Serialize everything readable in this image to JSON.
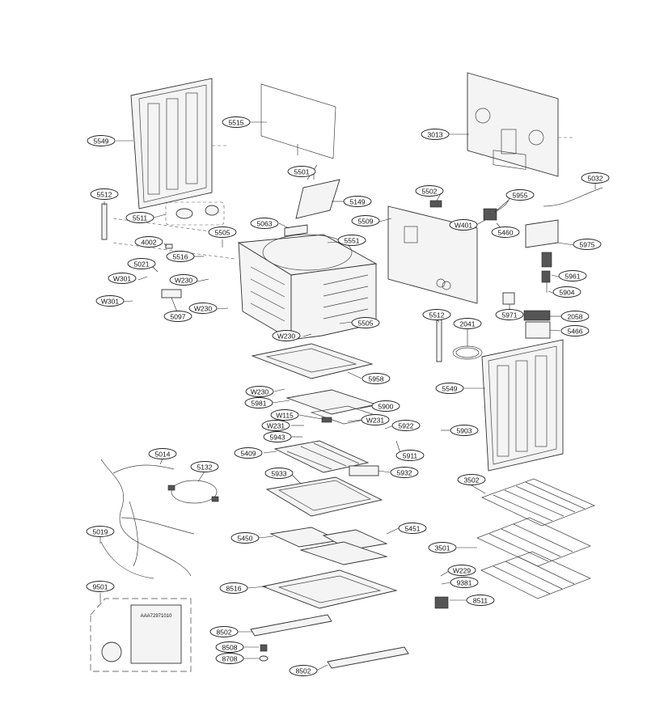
{
  "labels": {
    "l5549a": "5549",
    "l5515": "5515",
    "l3013": "3013",
    "l5501": "5501",
    "l5149": "5149",
    "l5512a": "5512",
    "l5511": "5511",
    "l5502": "5502",
    "l5955": "5955",
    "l5032": "5032",
    "l5063": "5063",
    "l5509": "5509",
    "l4002": "4002",
    "l5505a": "5505",
    "l5551": "5551",
    "lW401": "W401",
    "l5460": "5460",
    "l5975": "5975",
    "l5516": "5516",
    "l5021": "5021",
    "lW301a": "W301",
    "lW230a": "W230",
    "l5961": "5961",
    "l5904": "5904",
    "lW301b": "W301",
    "lW230b": "W230",
    "l5097": "5097",
    "l5971": "5971",
    "l2058": "2058",
    "l5512b": "5512",
    "l5505b": "5505",
    "l5466": "5466",
    "lW230c": "W230",
    "l2041": "2041",
    "l5958": "5958",
    "l5549b": "5549",
    "lW230d": "W230",
    "l5981": "5981",
    "l5900": "5900",
    "lW115": "W115",
    "lW231a": "W231",
    "lW231b": "W231",
    "l5922": "5922",
    "l5943": "5943",
    "l5903": "5903",
    "l5014": "5014",
    "l5409": "5409",
    "l5911": "5911",
    "l5132": "5132",
    "l5933": "5933",
    "l5932": "5932",
    "l3502": "3502",
    "l5019": "5019",
    "l5451": "5451",
    "l5450": "5450",
    "l3501": "3501",
    "lW229": "W229",
    "l9501": "9501",
    "l8516": "8516",
    "l9381": "9381",
    "l8511": "8511",
    "l8502a": "8502",
    "l8508": "8508",
    "l8708": "8708",
    "l8502b": "8502"
  },
  "kit_bag_code": "AAA72971010"
}
